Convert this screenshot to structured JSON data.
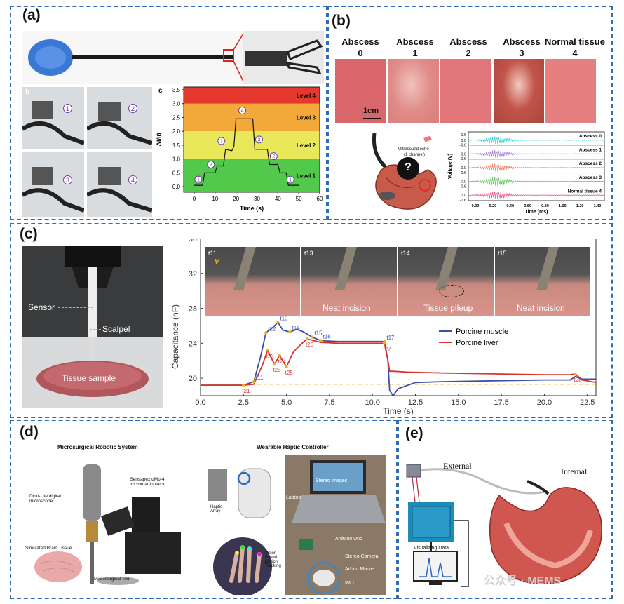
{
  "panels": {
    "a": "(a)",
    "b": "(b)",
    "c": "(c)",
    "d": "(d)",
    "e": "(e)"
  },
  "panel_a": {
    "sub_b": "b",
    "sub_c": "c",
    "circles": [
      "1",
      "2",
      "3",
      "4"
    ],
    "level_labels": [
      "Level 4",
      "Level 3",
      "Level 2",
      "Level 1"
    ],
    "chart_data": {
      "type": "line",
      "xlabel": "Time (s)",
      "ylabel": "ΔI/I0",
      "xlim": [
        -5,
        60
      ],
      "ylim": [
        -0.2,
        3.6
      ],
      "x_ticks": [
        "0",
        "10",
        "20",
        "30",
        "40",
        "50",
        "60"
      ],
      "y_ticks": [
        "0.0",
        "0.5",
        "1.0",
        "1.5",
        "2.0",
        "2.5",
        "3.0",
        "3.5"
      ],
      "bands": [
        {
          "label": "Level 1",
          "from": -0.2,
          "to": 1.0,
          "color": "#52c94a"
        },
        {
          "label": "Level 2",
          "from": 1.0,
          "to": 2.0,
          "color": "#e8e85a"
        },
        {
          "label": "Level 3",
          "from": 2.0,
          "to": 3.0,
          "color": "#f2a93a"
        },
        {
          "label": "Level 4",
          "from": 3.0,
          "to": 3.6,
          "color": "#e5392f"
        }
      ],
      "x": [
        0,
        4,
        5,
        10,
        11,
        14,
        15,
        18,
        19,
        20,
        28,
        29,
        35,
        36,
        40,
        41,
        44,
        45,
        50
      ],
      "y": [
        0.05,
        0.05,
        0.5,
        0.5,
        0.75,
        0.75,
        1.35,
        1.3,
        1.45,
        2.45,
        2.45,
        1.35,
        1.35,
        0.8,
        0.8,
        0.5,
        0.5,
        0.05,
        0.05
      ],
      "markers": [
        {
          "label": "1",
          "x": 2,
          "y": 0.1
        },
        {
          "label": "2",
          "x": 8,
          "y": 0.65
        },
        {
          "label": "3",
          "x": 13,
          "y": 1.5
        },
        {
          "label": "4",
          "x": 23,
          "y": 2.6
        },
        {
          "label": "3",
          "x": 31,
          "y": 1.55
        },
        {
          "label": "2",
          "x": 38,
          "y": 0.95
        },
        {
          "label": "1",
          "x": 46,
          "y": 0.1
        }
      ]
    }
  },
  "panel_b": {
    "tissue_headers": [
      {
        "line1": "Abscess",
        "line2": "0"
      },
      {
        "line1": "Abscess",
        "line2": "1"
      },
      {
        "line1": "Abscess",
        "line2": "2"
      },
      {
        "line1": "Abscess",
        "line2": "3"
      },
      {
        "line1": "Normal tissue",
        "line2": "4"
      }
    ],
    "scale_label": "1cm",
    "ultrasound_label": "Ultrasound echo",
    "ultrasound_sub": "(1 channel)",
    "question": "?",
    "chart_data": {
      "type": "line",
      "xlabel": "Time (ms)",
      "ylabel": "Voltage (V)",
      "x_ticks": [
        "0.00",
        "0.20",
        "0.40",
        "0.60",
        "0.80",
        "1.00",
        "1.20",
        "1.40"
      ],
      "y_ticks": [
        "0.6",
        "0.0",
        "-0.6",
        "0.0",
        "-0.6",
        "0.0",
        "-0.6",
        "0.0",
        "-0.6",
        "0.0",
        "-0.6"
      ],
      "series": [
        {
          "name": "Abscess 0",
          "color": "#35d0d8"
        },
        {
          "name": "Abscess 1",
          "color": "#a57bd6"
        },
        {
          "name": "Abscess 2",
          "color": "#ef7d5a"
        },
        {
          "name": "Abscess 3",
          "color": "#63c95a"
        },
        {
          "name": "Normal tissue 4",
          "color": "#e8508e"
        }
      ]
    }
  },
  "panel_c": {
    "photo_labels": {
      "sensor": "Sensor",
      "scalpel": "Scalpel",
      "tissue": "Tissue sample"
    },
    "strip_times": [
      "t11",
      "t13",
      "t14",
      "t15"
    ],
    "strip_v": "V",
    "strip_captions": [
      "Neat incision",
      "Tissue pileup",
      "Neat incision"
    ],
    "chart_data": {
      "type": "line",
      "xlabel": "Time (s)",
      "ylabel": "Capacitance (nF)",
      "xlim": [
        0,
        23
      ],
      "ylim": [
        18,
        36
      ],
      "x_ticks": [
        "0.0",
        "2.5",
        "5.0",
        "7.5",
        "10.0",
        "12.5",
        "15.0",
        "17.5",
        "20.0",
        "22.5"
      ],
      "y_ticks": [
        "20",
        "24",
        "28",
        "32",
        "36"
      ],
      "reference_y": 19.3,
      "series": [
        {
          "name": "Porcine muscle",
          "color": "#3a4fa8",
          "x": [
            0,
            2.5,
            3.1,
            3.5,
            3.8,
            4.2,
            4.5,
            4.8,
            5.2,
            5.6,
            6.0,
            6.5,
            7.0,
            8.0,
            9.0,
            10.0,
            10.7,
            10.9,
            11.0,
            11.2,
            11.5,
            12.5,
            14,
            17,
            20,
            21.5,
            21.8,
            22.2,
            23
          ],
          "y": [
            19.2,
            19.2,
            19.6,
            22.5,
            25.2,
            25.8,
            26.4,
            25.5,
            25.3,
            25.6,
            25.3,
            24.7,
            24.3,
            24.2,
            24.2,
            24.2,
            24.2,
            22.0,
            18.6,
            18.0,
            18.8,
            19.5,
            19.6,
            19.7,
            19.8,
            19.8,
            20.2,
            19.9,
            19.9
          ]
        },
        {
          "name": "Porcine liver",
          "color": "#d9332e",
          "x": [
            0,
            2.5,
            3.1,
            3.6,
            3.9,
            4.3,
            4.6,
            5.0,
            5.4,
            5.8,
            6.2,
            6.6,
            7.0,
            8.0,
            9.0,
            10.0,
            10.7,
            10.9,
            11.0,
            11.2,
            12,
            14,
            17,
            20,
            21.5,
            21.8,
            22.2,
            23
          ],
          "y": [
            19.2,
            19.2,
            19.3,
            21.5,
            23.2,
            21.6,
            22.6,
            21.3,
            23.0,
            23.8,
            24.5,
            24.3,
            24.1,
            24.0,
            24.0,
            24.0,
            24.0,
            22.0,
            20.8,
            20.8,
            20.7,
            20.6,
            20.5,
            20.4,
            20.4,
            20.5,
            19.8,
            19.5
          ]
        }
      ],
      "annotations_blue": [
        {
          "label": "t11",
          "x": 3.1,
          "y": 19.6
        },
        {
          "label": "t12",
          "x": 3.8,
          "y": 25.2
        },
        {
          "label": "t13",
          "x": 4.5,
          "y": 26.4
        },
        {
          "label": "t14",
          "x": 5.2,
          "y": 25.3
        },
        {
          "label": "t15",
          "x": 6.5,
          "y": 24.7
        },
        {
          "label": "t16",
          "x": 7.0,
          "y": 24.3
        },
        {
          "label": "t17",
          "x": 10.7,
          "y": 24.2
        }
      ],
      "annotations_red": [
        {
          "label": "t21",
          "x": 2.5,
          "y": 19.2
        },
        {
          "label": "t22",
          "x": 3.9,
          "y": 23.2
        },
        {
          "label": "t23",
          "x": 4.3,
          "y": 21.6
        },
        {
          "label": "t24",
          "x": 4.6,
          "y": 22.6
        },
        {
          "label": "t25",
          "x": 5.0,
          "y": 21.3
        },
        {
          "label": "t26",
          "x": 6.2,
          "y": 24.5
        },
        {
          "label": "t27",
          "x": 10.7,
          "y": 24.0
        },
        {
          "label": "t28",
          "x": 21.8,
          "y": 20.5
        }
      ]
    }
  },
  "panel_d": {
    "title_left": "Microsurgical Robotic System",
    "title_right": "Wearable Haptic Controller",
    "left_labels": {
      "micromanipulator": "Sensapex uMp-4\nmicromanipulator",
      "microscope": "Dino-Lite digital\nmicroscope",
      "brain": "Simulated Brain Tissue",
      "tool": "Microsurgical Tool"
    },
    "right_labels": {
      "haptic": "Haptic\nArray",
      "vision": "Vision-\nBased\nMotion\nTracking",
      "stereo_images": "Stereo images",
      "laptop": "Laptop",
      "arduino": "Arduino Uno",
      "stereo_camera": "Stereo Camera",
      "aruco": "ArUco Marker",
      "imu": "IMU"
    }
  },
  "panel_e": {
    "external": "External",
    "internal": "Internal",
    "visualizing": "Visualizing Data",
    "watermark": "公众号 · MEMS"
  }
}
